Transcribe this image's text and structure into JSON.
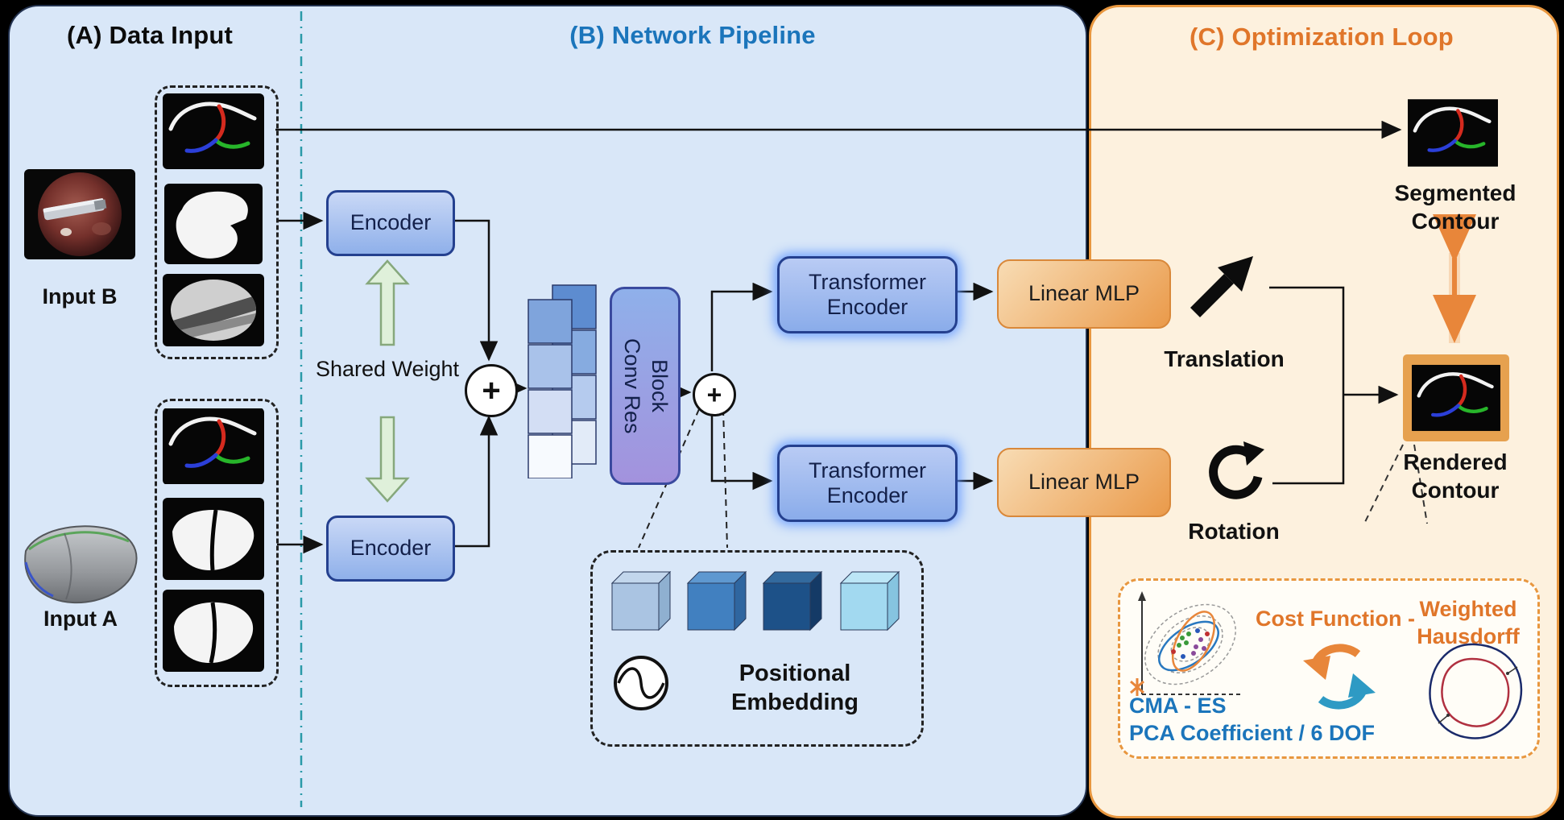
{
  "panel_a": {
    "title": "(A) Data Input",
    "input_b_label": "Input B",
    "input_a_label": "Input A"
  },
  "panel_b": {
    "title": "(B) Network Pipeline",
    "encoder": "Encoder",
    "shared_weight": "Shared Weight",
    "plus": "+",
    "conv_res_block": "Conv Res Block",
    "transformer_encoder": "Transformer Encoder",
    "linear_mlp": "Linear MLP",
    "positional_embedding": "Positional Embedding"
  },
  "panel_c": {
    "title": "(C) Optimization Loop",
    "segmented_contour": "Segmented Contour",
    "rendered_contour": "Rendered Contour",
    "translation": "Translation",
    "rotation": "Rotation",
    "cost_function": "Cost Function -",
    "weighted_hausdorff": "Weighted Hausdorff",
    "cma_es": "CMA - ES",
    "pca_coefficient": "PCA Coefficient / 6 DOF"
  },
  "colors": {
    "panel_blue": "#d9e7f8",
    "panel_orange": "#fdf1de",
    "accent_blue": "#1b75bb",
    "accent_orange": "#e0762a",
    "node_border_blue": "#24408f",
    "mlp_orange": "#ea9a4a",
    "separator_teal": "#2a9aa8"
  }
}
